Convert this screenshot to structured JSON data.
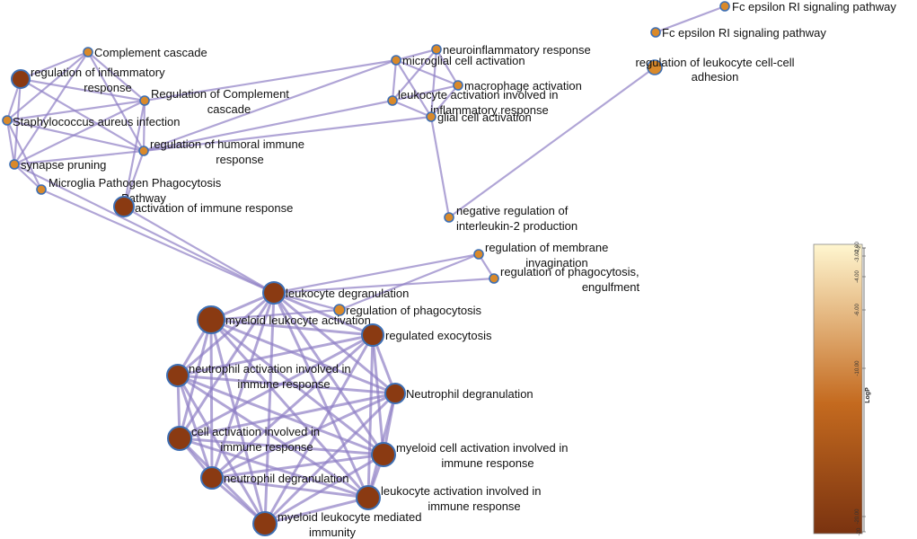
{
  "colors": {
    "edge": "#8f7fc4",
    "node_stroke": "#3d6fb4",
    "scale_low": "#7a3310",
    "scale_mid": "#c46a1f",
    "scale_high": "#fff6d0"
  },
  "legend": {
    "title": "LogP",
    "ticks": [
      "-2",
      "-2.00",
      "-3.00",
      "-4.00",
      "-6.00",
      "-10.00",
      "-20.00",
      "-20"
    ],
    "tick_values": [
      -2,
      -2,
      -3,
      -4,
      -6,
      -10,
      -20,
      -20
    ]
  },
  "nodes": [
    {
      "id": "n1",
      "label": "Fc epsilon RI signaling pathway",
      "logp": -3
    },
    {
      "id": "n2",
      "label": "Fc epsilon RI signaling pathway",
      "logp": -3
    },
    {
      "id": "n3",
      "label": "regulation of leukocyte cell-cell adhesion",
      "logp": -8
    },
    {
      "id": "n4",
      "label": "Complement cascade",
      "logp": -4
    },
    {
      "id": "n5",
      "label": "regulation of inflammatory response",
      "logp": -10
    },
    {
      "id": "n6",
      "label": "Regulation of Complement cascade",
      "logp": -4
    },
    {
      "id": "n7",
      "label": "Staphylococcus aureus infection",
      "logp": -4
    },
    {
      "id": "n8",
      "label": "regulation of humoral immune response",
      "logp": -4
    },
    {
      "id": "n9",
      "label": "synapse pruning",
      "logp": -4
    },
    {
      "id": "n10",
      "label": "Microglia Pathogen Phagocytosis Pathway",
      "logp": -5
    },
    {
      "id": "n11",
      "label": "activation of immune response",
      "logp": -12
    },
    {
      "id": "n12",
      "label": "neuroinflammatory response",
      "logp": -4
    },
    {
      "id": "n13",
      "label": "microglial cell activation",
      "logp": -4
    },
    {
      "id": "n14",
      "label": "macrophage activation",
      "logp": -4
    },
    {
      "id": "n15",
      "label": "leukocyte activation involved in inflammatory response",
      "logp": -4
    },
    {
      "id": "n16",
      "label": "glial cell activation",
      "logp": -4
    },
    {
      "id": "n17",
      "label": "negative regulation of interleukin-2 production",
      "logp": -4
    },
    {
      "id": "n18",
      "label": "regulation of membrane invagination",
      "logp": -4
    },
    {
      "id": "n19",
      "label": "regulation of phagocytosis, engulfment",
      "logp": -4
    },
    {
      "id": "n20",
      "label": "leukocyte degranulation",
      "logp": -14
    },
    {
      "id": "n21",
      "label": "regulation of phagocytosis",
      "logp": -6
    },
    {
      "id": "n22",
      "label": "myeloid leukocyte activation",
      "logp": -16
    },
    {
      "id": "n23",
      "label": "regulated exocytosis",
      "logp": -14
    },
    {
      "id": "n24",
      "label": "neutrophil activation involved in immune response",
      "logp": -16
    },
    {
      "id": "n25",
      "label": "Neutrophil degranulation",
      "logp": -14
    },
    {
      "id": "n26",
      "label": "cell activation involved in immune response",
      "logp": -16
    },
    {
      "id": "n27",
      "label": "myeloid cell activation involved in immune response",
      "logp": -16
    },
    {
      "id": "n28",
      "label": "neutrophil degranulation",
      "logp": -16
    },
    {
      "id": "n29",
      "label": "leukocyte activation involved in immune response",
      "logp": -16
    },
    {
      "id": "n30",
      "label": "myeloid leukocyte mediated immunity",
      "logp": -16
    }
  ]
}
